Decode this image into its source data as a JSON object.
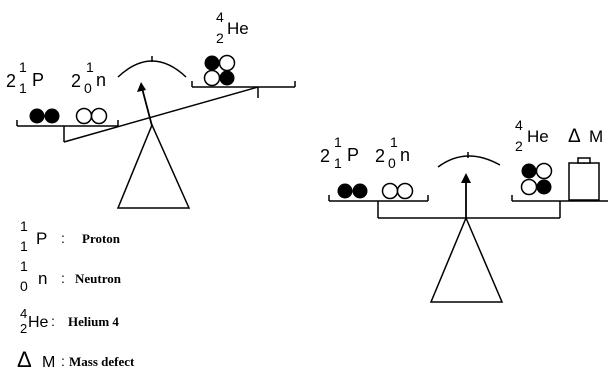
{
  "nuclides": {
    "proton": {
      "mass": "1",
      "atomic": "1",
      "symbol": "P",
      "count": "2"
    },
    "neutron": {
      "mass": "1",
      "atomic": "0",
      "symbol": "n",
      "count": "2"
    },
    "helium": {
      "mass": "4",
      "atomic": "2",
      "symbol": "He"
    }
  },
  "mass_defect": {
    "symbol": "Δ",
    "label": "M"
  },
  "legend": {
    "proton": {
      "sup": "1",
      "sub": "1",
      "symbol": "P",
      "sep": ":",
      "text": "Proton"
    },
    "neutron": {
      "sup": "1",
      "sub": "0",
      "symbol": "n",
      "sep": ":",
      "text": "Neutron"
    },
    "helium": {
      "sup": "4",
      "sub": "2",
      "symbol": "He",
      "sep": ":",
      "text": "Helium 4"
    },
    "defect": {
      "symbol": "Δ",
      "label": "M",
      "sep": ":",
      "text": "Mass defect"
    }
  },
  "colors": {
    "ink": "#000000",
    "background": "#ffffff"
  }
}
